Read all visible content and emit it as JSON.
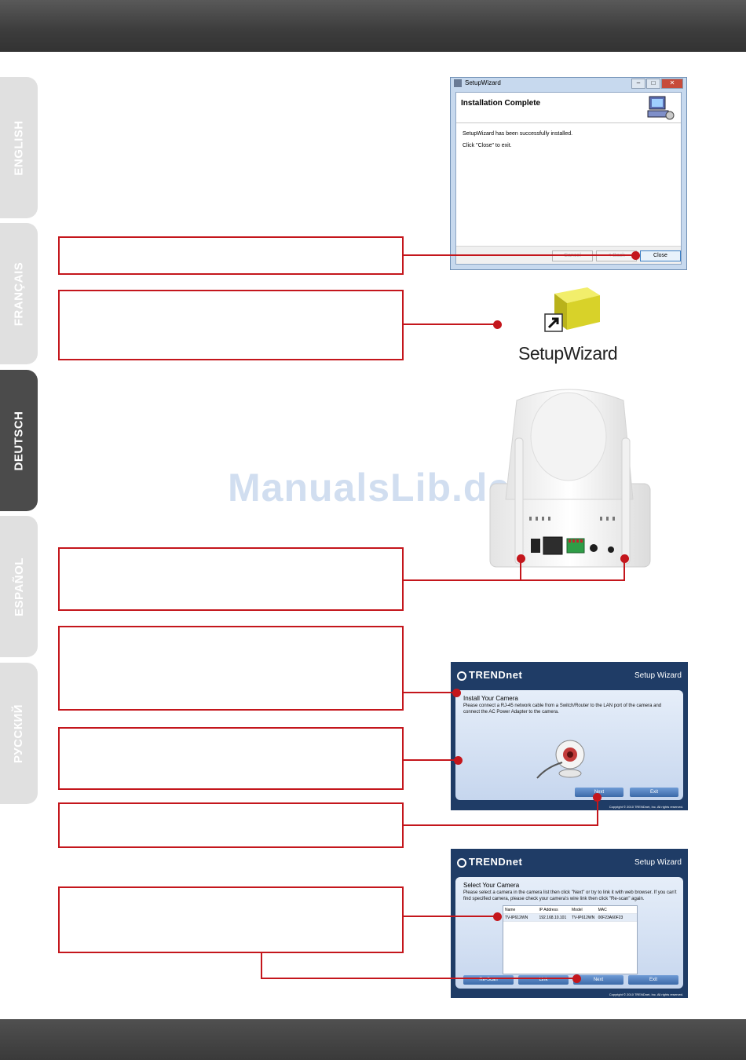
{
  "languages": [
    "ENGLISH",
    "FRANÇAIS",
    "DEUTSCH",
    "ESPAÑOL",
    "РУССКИЙ"
  ],
  "active_language": "DEUTSCH",
  "watermark": "ManualsLib.de",
  "installer": {
    "window_title": "SetupWizard",
    "heading": "Installation Complete",
    "message_1": "SetupWizard has been successfully installed.",
    "message_2": "Click \"Close\" to exit.",
    "buttons": {
      "cancel": "Cancel",
      "back": "< Back",
      "close": "Close"
    }
  },
  "desktop_icon": {
    "label": "SetupWizard",
    "icon": "setupwizard-shortcut-icon"
  },
  "wizard_install": {
    "brand": "TRENDnet",
    "title": "Setup Wizard",
    "heading": "Install Your Camera",
    "text": "Please connect a RJ-45 network cable from a Switch/Router to the LAN port of the camera and connect the AC Power Adapter to the camera.",
    "next": "Next",
    "exit": "Exit",
    "copyright": "Copyright © 2010 TRENDnet, Inc. All rights reserved."
  },
  "wizard_select": {
    "brand": "TRENDnet",
    "title": "Setup Wizard",
    "heading": "Select Your Camera",
    "text": "Please select a camera in the camera list then click \"Next\" or try to link it with web browser. If you can't find specified camera, please check your camera's wire link then click \"Re-scan\" again.",
    "columns": [
      "Name",
      "IP Address",
      "Model",
      "MAC"
    ],
    "rows": [
      [
        "TV-IP612WN",
        "192.168.10.101",
        "TV-IP612WN",
        "00F23A60F23"
      ]
    ],
    "rescan": "Re-Scan",
    "link": "Link",
    "next": "Next",
    "exit": "Exit",
    "copyright": "Copyright © 2010 TRENDnet, Inc. All rights reserved."
  },
  "colors": {
    "accent": "#c4161c",
    "header_bar": "#3c3c3c",
    "tab_inactive": "#e0e0e0",
    "tab_active": "#4b4b4b"
  }
}
